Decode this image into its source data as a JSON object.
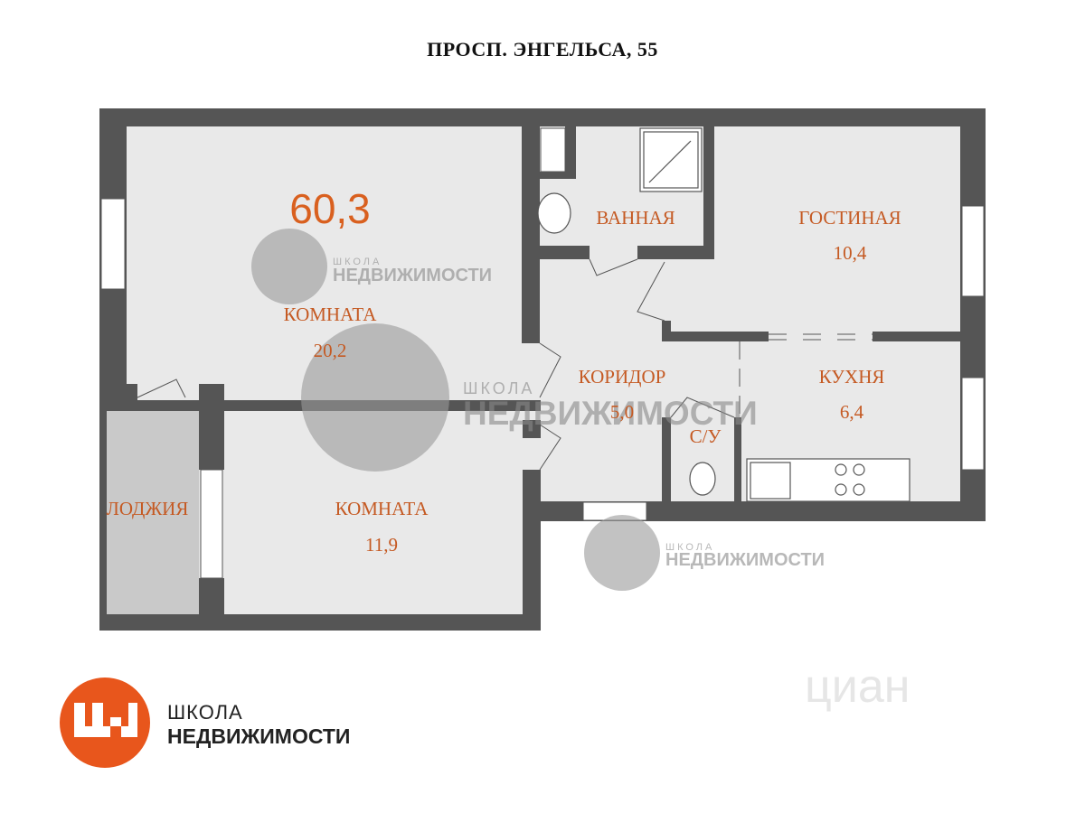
{
  "title": "ПРОСП. ЭНГЕЛЬСА, 55",
  "total_area": "60,3",
  "rooms": {
    "room1": {
      "name": "КОМНАТА",
      "area": "20,2"
    },
    "room2": {
      "name": "КОМНАТА",
      "area": "11,9"
    },
    "bath": {
      "name": "ВАННАЯ"
    },
    "living": {
      "name": "ГОСТИНАЯ",
      "area": "10,4"
    },
    "corridor": {
      "name": "КОРИДОР",
      "area": "5,0"
    },
    "kitchen": {
      "name": "КУХНЯ",
      "area": "6,4"
    },
    "wc": {
      "name": "С/У"
    },
    "loggia": {
      "name": "ЛОДЖИЯ"
    }
  },
  "watermark": {
    "line1": "ШКОЛА",
    "line2": "НЕДВИЖИМОСТИ"
  },
  "logo": {
    "line1": "ШКОЛА",
    "line2": "НЕДВИЖИМОСТИ"
  },
  "cian_watermark": "циан",
  "colors": {
    "wall": "#555555",
    "floor": "#e9e9e9",
    "label": "#c55a23",
    "brand": "#e8561c",
    "loggia": "#c9c9c9"
  }
}
